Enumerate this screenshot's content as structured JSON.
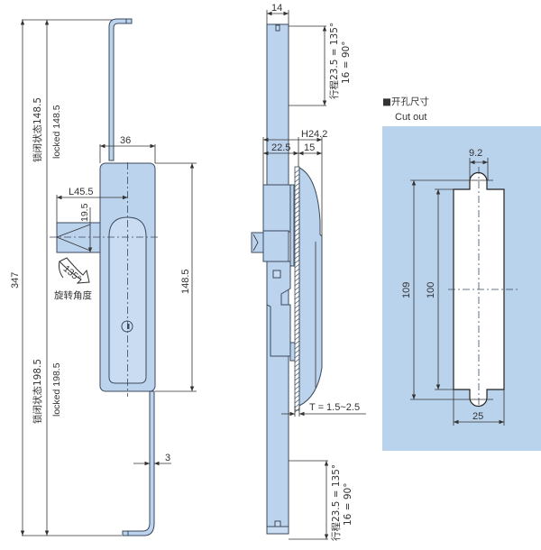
{
  "front_view": {
    "overall_length": "347",
    "upper_locked_cn": "锁闭状态148.5",
    "upper_locked_en": "locked 148.5",
    "lower_locked_cn": "锁闭状态198.5",
    "lower_locked_en": "locked 198.5",
    "body_width": "36",
    "latch_offset": "L45.5",
    "latch_height": "19.5",
    "body_height": "148.5",
    "rotation_angle": "135°",
    "rotation_label": "旋转角度",
    "rod_thickness": "3"
  },
  "side_view": {
    "rod_width": "14",
    "top_travel_line1": "行程23.5 = 135°",
    "top_travel_line2": "16 = 90°",
    "bottom_travel_line1": "行程23.5 = 135°",
    "bottom_travel_line2": "16 = 90°",
    "height": "H24.2",
    "depth_back": "22.5",
    "depth_front": "15",
    "panel_thickness": "T = 1.5~2.5"
  },
  "cutout": {
    "title_cn": "■开孔尺寸",
    "title_en": "Cut out",
    "tab_width": "9.2",
    "overall_height": "109",
    "slot_height": "100",
    "slot_width": "25",
    "panel_color": "#bad3ec"
  },
  "colors": {
    "part_fill": "#bcd3ee",
    "outline": "#3b4a5c"
  }
}
